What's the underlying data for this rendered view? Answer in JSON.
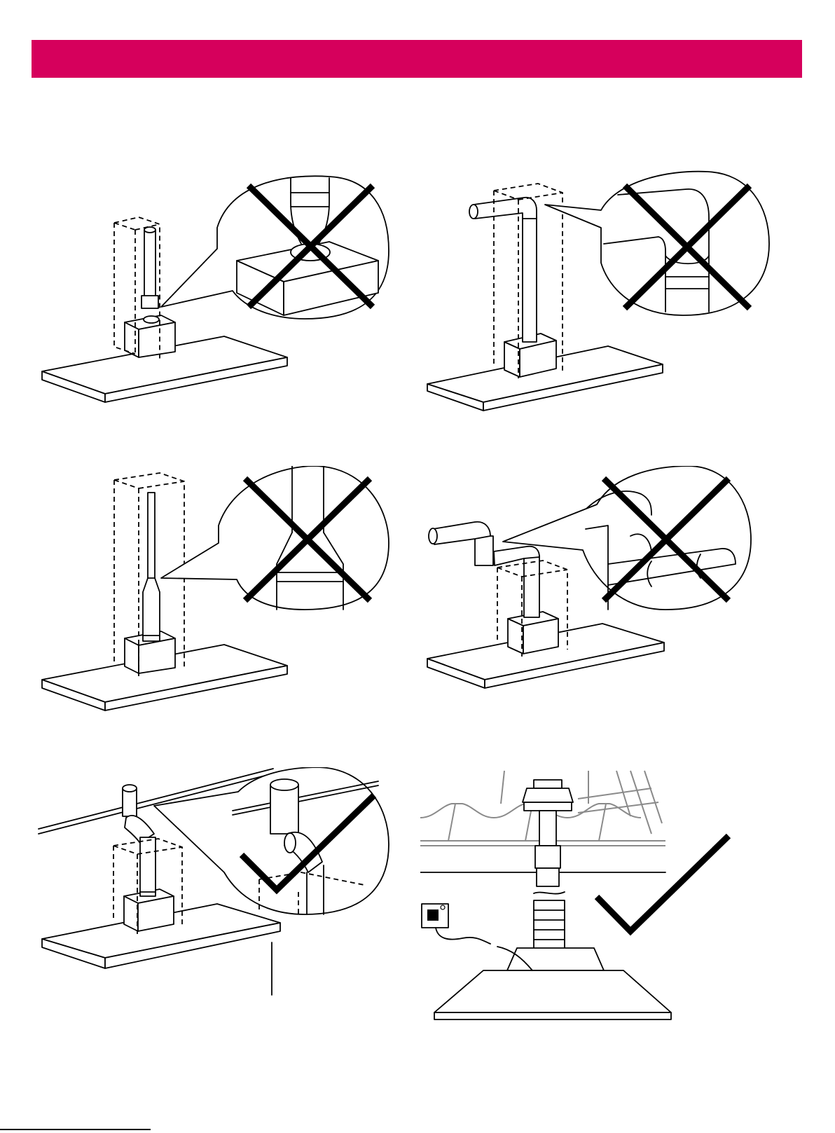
{
  "colors": {
    "header_bar": "#d6005c",
    "line": "#000000",
    "roof_tile": "#8a8a8a"
  },
  "panels": [
    {
      "id": "panel-1",
      "verdict": "incorrect",
      "mark_icon": "cross-icon"
    },
    {
      "id": "panel-2",
      "verdict": "incorrect",
      "mark_icon": "cross-icon"
    },
    {
      "id": "panel-3",
      "verdict": "incorrect",
      "mark_icon": "cross-icon"
    },
    {
      "id": "panel-4",
      "verdict": "incorrect",
      "mark_icon": "cross-icon"
    },
    {
      "id": "panel-5",
      "verdict": "correct",
      "mark_icon": "check-icon"
    },
    {
      "id": "panel-6",
      "verdict": "correct",
      "mark_icon": "check-icon"
    }
  ]
}
